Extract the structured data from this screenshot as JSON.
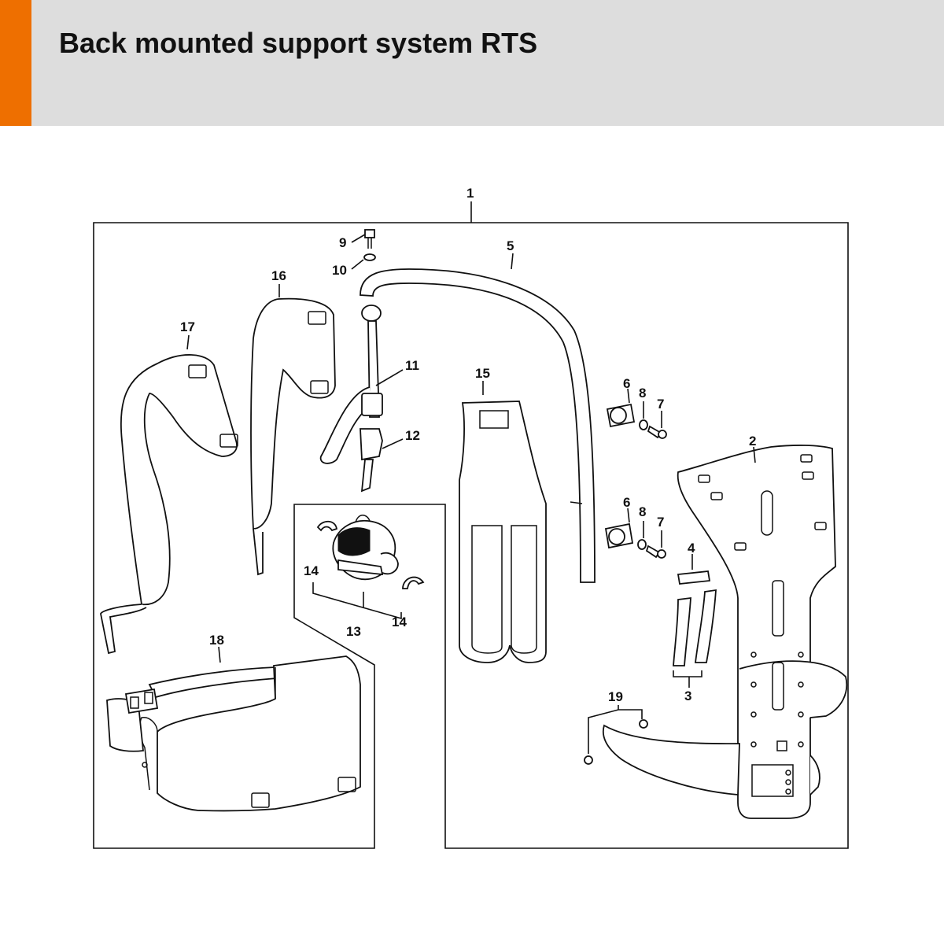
{
  "header": {
    "title": "Back mounted support system RTS",
    "accent_color": "#ee6f00",
    "background_color": "#dddddd"
  },
  "diagram": {
    "labels": {
      "p1": "1",
      "p2": "2",
      "p3": "3",
      "p4": "4",
      "p5": "5",
      "p6a": "6",
      "p6b": "6",
      "p7a": "7",
      "p7b": "7",
      "p8a": "8",
      "p8b": "8",
      "p9": "9",
      "p10": "10",
      "p11": "11",
      "p12": "12",
      "p13": "13",
      "p14a": "14",
      "p14b": "14",
      "p15": "15",
      "p16": "16",
      "p17": "17",
      "p18": "18",
      "p19": "19"
    }
  }
}
